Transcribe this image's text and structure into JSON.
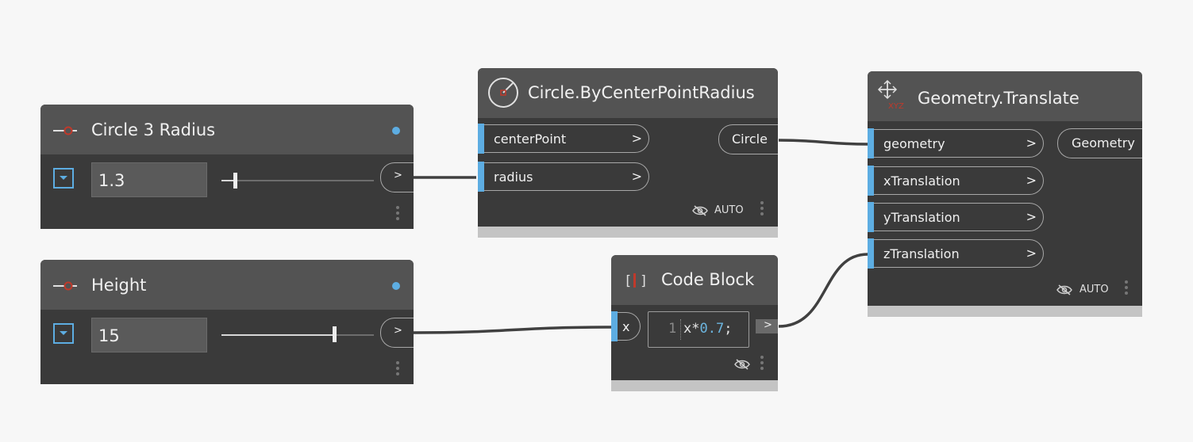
{
  "nodes": {
    "slider_radius": {
      "title": "Circle 3 Radius",
      "value": "1.3",
      "slider_fraction": 0.09,
      "output_chevron": ">"
    },
    "slider_height": {
      "title": "Height",
      "value": "15",
      "slider_fraction": 0.74,
      "output_chevron": ">"
    },
    "circle": {
      "title": "Circle.ByCenterPointRadius",
      "inputs": [
        {
          "label": "centerPoint",
          "chevron": ">"
        },
        {
          "label": "radius",
          "chevron": ">"
        }
      ],
      "output": "Circle",
      "mode": "AUTO"
    },
    "code_block": {
      "title": "Code Block",
      "input": "x",
      "line_number": "1",
      "code_var": "x*",
      "code_num": "0.7",
      "code_end": ";",
      "output_chevron": ">"
    },
    "translate": {
      "title": "Geometry.Translate",
      "icon_text": "XYZ",
      "inputs": [
        {
          "label": "geometry",
          "chevron": ">"
        },
        {
          "label": "xTranslation",
          "chevron": ">"
        },
        {
          "label": "yTranslation",
          "chevron": ">"
        },
        {
          "label": "zTranslation",
          "chevron": ">"
        }
      ],
      "output": "Geometry",
      "mode": "AUTO"
    }
  },
  "colors": {
    "accent": "#5dade2",
    "node_body": "#3a3a3a",
    "node_header": "#535353",
    "wire": "#404040",
    "canvas": "#f7f7f7",
    "code_number": "#6cb6e0"
  },
  "icons": {
    "slider": "slider-node-icon",
    "circle": "circle-node-icon",
    "code": "code-block-icon",
    "translate": "translate-move-icon",
    "preview_hidden": "eye-slash-icon",
    "menu": "kebab-menu-icon"
  }
}
